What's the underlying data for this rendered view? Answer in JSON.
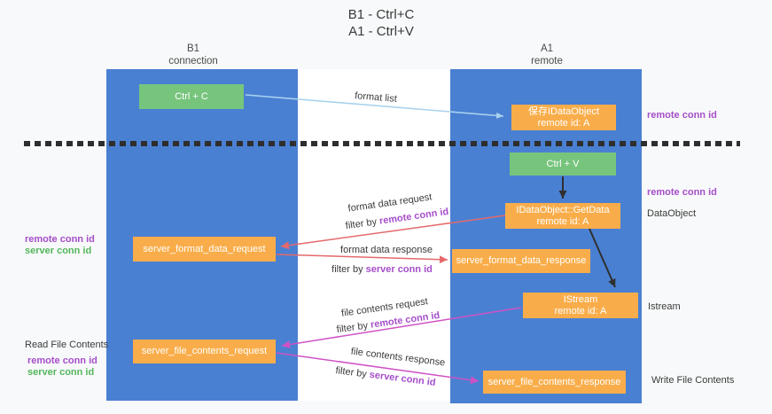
{
  "title": {
    "line1": "B1 - Ctrl+C",
    "line2": "A1 - Ctrl+V"
  },
  "lifelines": {
    "left": {
      "name": "B1",
      "role": "connection"
    },
    "right": {
      "name": "A1",
      "role": "remote"
    }
  },
  "boxes": {
    "ctrl_c": "Ctrl + C",
    "save_dataobject_line1": "保存IDataObject",
    "save_dataobject_line2": "remote id: A",
    "ctrl_v": "Ctrl + V",
    "getdata_line1": "IDataObject::GetData",
    "getdata_line2": "remote id: A",
    "format_request": "server_format_data_request",
    "format_response": "server_format_data_response",
    "istream_line1": "IStream",
    "istream_line2": "remote id: A",
    "file_request": "server_file_contents_request",
    "file_response": "server_file_contents_response"
  },
  "flow_labels": {
    "format_list": "format list",
    "format_data_request": "format data request",
    "format_data_response": "format data response",
    "file_contents_request": "file contents request",
    "file_contents_response": "file contents response",
    "filter_by": "filter by ",
    "remote_conn_id": "remote conn id",
    "server_conn_id": "server conn id"
  },
  "side_labels": {
    "remote_conn_id_right_top": "remote conn id",
    "remote_conn_id_right_mid": "remote conn id",
    "dataobject": "DataObject",
    "istream": "Istream",
    "write_file_contents": "Write File Contents",
    "remote_conn_id_left_top": "remote conn id",
    "server_conn_id_left_top": "server conn id",
    "read_file_contents": "Read File Contents",
    "remote_conn_id_left_bottom": "remote conn id",
    "server_conn_id_left_bottom": "server conn id"
  },
  "colors": {
    "lifeline_blue": "#4a80d2",
    "box_green": "#77c57d",
    "box_orange": "#f9ad4a",
    "arrow_red": "#e5696c",
    "arrow_magenta": "#cf52c5",
    "arrow_light_blue": "#a9d2ee",
    "arrow_black": "#2f2f2f",
    "label_purple": "#a54ec9",
    "label_green": "#54b65c"
  }
}
